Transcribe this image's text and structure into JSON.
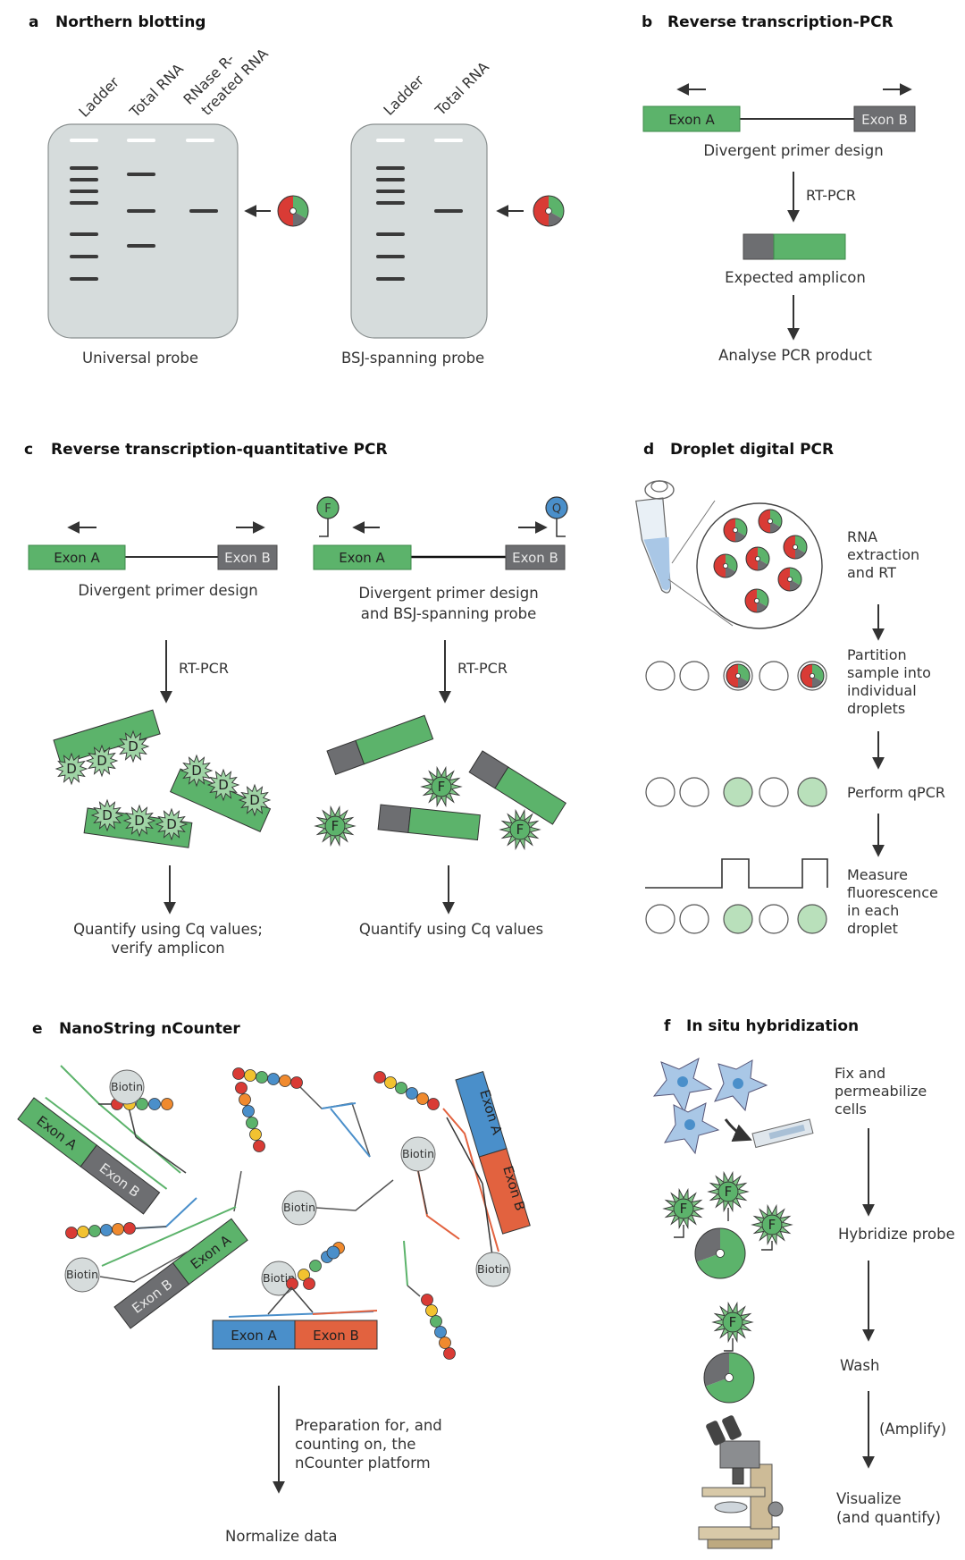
{
  "colors": {
    "green": "#5cb36b",
    "green_light": "#b9e0bb",
    "grey": "#6d6e71",
    "grey_light": "#d6dcdc",
    "red": "#d93b35",
    "blue": "#4a8fca",
    "orange": "#e2623f",
    "line": "#444444"
  },
  "panel_a": {
    "letter": "a",
    "title": "Northern blotting",
    "gel1_lanes": [
      "Ladder",
      "Total RNA",
      "RNase R-",
      "treated RNA"
    ],
    "gel2_lanes": [
      "Ladder",
      "Total RNA"
    ],
    "gel1_caption": "Universal probe",
    "gel2_caption": "BSJ-spanning probe"
  },
  "panel_b": {
    "letter": "b",
    "title": "Reverse transcription-PCR",
    "exon_a": "Exon A",
    "exon_b": "Exon B",
    "primer_caption": "Divergent primer design",
    "step": "RT-PCR",
    "amplicon_caption": "Expected amplicon",
    "result": "Analyse PCR product"
  },
  "panel_c": {
    "letter": "c",
    "title": "Reverse transcription-quantitative PCR",
    "exon_a": "Exon A",
    "exon_b": "Exon B",
    "left_caption": "Divergent primer design",
    "right_caption_1": "Divergent primer design",
    "right_caption_2": "and BSJ-spanning probe",
    "step_left": "RT-PCR",
    "step_right": "RT-PCR",
    "dye": "D",
    "fluor": "F",
    "quencher": "Q",
    "left_result_1": "Quantify using Cq values;",
    "left_result_2": "verify amplicon",
    "right_result": "Quantify using Cq values"
  },
  "panel_d": {
    "letter": "d",
    "title": "Droplet digital PCR",
    "step1": [
      "RNA",
      "extraction",
      "and RT"
    ],
    "step2": [
      "Partition",
      "sample into",
      "individual",
      "droplets"
    ],
    "step3": [
      "Perform qPCR"
    ],
    "step4": [
      "Measure",
      "fluorescence",
      "in each",
      "droplet"
    ]
  },
  "panel_e": {
    "letter": "e",
    "title": "NanoString nCounter",
    "biotin": "Biotin",
    "exon_a": "Exon A",
    "exon_b": "Exon B",
    "step": [
      "Preparation for, and",
      "counting on, the",
      "nCounter platform"
    ],
    "result": "Normalize data"
  },
  "panel_f": {
    "letter": "f",
    "title": "In situ hybridization",
    "step1": [
      "Fix and",
      "permeabilize",
      "cells"
    ],
    "step2": "Hybridize probe",
    "step3": "Wash",
    "step3b": "(Amplify)",
    "step4": [
      "Visualize",
      "(and quantify)"
    ],
    "fluor": "F"
  }
}
